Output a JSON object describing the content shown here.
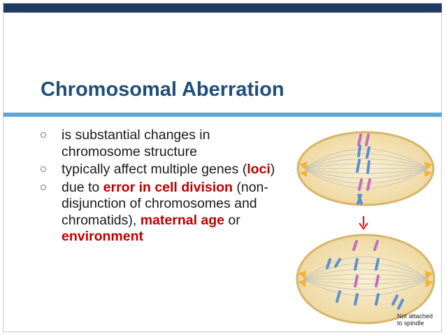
{
  "slide": {
    "title": "Chromosomal Aberration",
    "bullets": [
      [
        {
          "text": "is substantial changes in chromosome structure",
          "highlight": false
        }
      ],
      [
        {
          "text": "typically affect multiple genes (",
          "highlight": false
        },
        {
          "text": "loci",
          "highlight": true
        },
        {
          "text": ")",
          "highlight": false
        }
      ],
      [
        {
          "text": "due to ",
          "highlight": false
        },
        {
          "text": "error in cell division",
          "highlight": true
        },
        {
          "text": " (non-disjunction of chromosomes and chromatids), ",
          "highlight": false
        },
        {
          "text": "maternal age",
          "highlight": true
        },
        {
          "text": " or ",
          "highlight": false
        },
        {
          "text": "environment",
          "highlight": true
        }
      ]
    ]
  },
  "figure": {
    "caption": [
      "Not attached",
      "to spindle"
    ]
  },
  "colors": {
    "title": "#1f4e79",
    "highlight": "#c00000",
    "header_bar": "#1f3b63",
    "rule": "#5aa7dc"
  }
}
